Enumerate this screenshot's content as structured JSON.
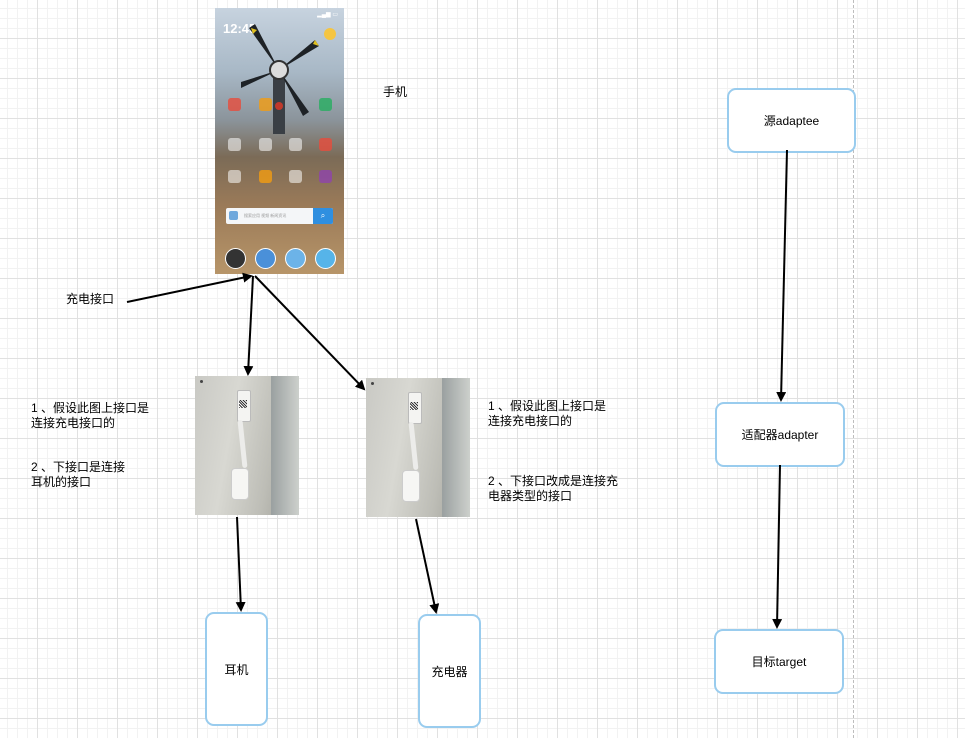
{
  "labels": {
    "phone": "手机",
    "charging_port": "充电接口",
    "note_left_1a": "1 、假设此图上接口是",
    "note_left_1b": "连接充电接口的",
    "note_left_2a": "2 、下接口是连接",
    "note_left_2b": "耳机的接口",
    "note_right_1a": "1 、假设此图上接口是",
    "note_right_1b": "连接充电接口的",
    "note_right_2a": "2 、下接口改成是连接充",
    "note_right_2b": "电器类型的接口"
  },
  "boxes": {
    "earphone": "耳机",
    "charger": "充电器",
    "adaptee": "源adaptee",
    "adapter": "适配器adapter",
    "target": "目标target"
  },
  "phone_screen": {
    "time": "12:45",
    "search_placeholder": "搜索应用 视频 新闻资讯"
  },
  "colors": {
    "box_border": "#99ccee",
    "arrow": "#000000",
    "grid_major": "#e1e1e1",
    "grid_minor": "#f2f2f2"
  }
}
